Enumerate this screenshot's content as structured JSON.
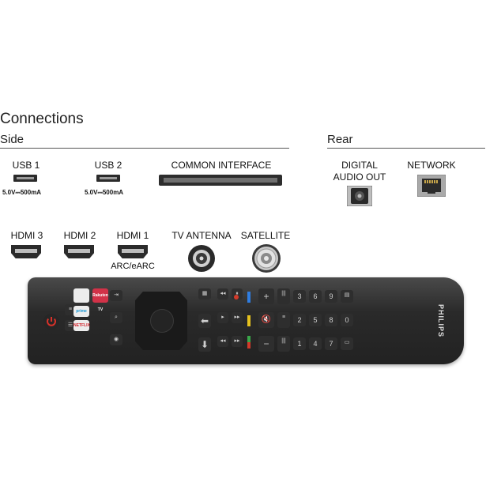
{
  "sections": {
    "connections_title": "Connections",
    "side_title": "Side",
    "rear_title": "Rear"
  },
  "side_ports": {
    "usb1_label": "USB 1",
    "usb1_spec": "5.0V⎓500mA",
    "usb2_label": "USB 2",
    "usb2_spec": "5.0V⎓500mA",
    "ci_label": "COMMON INTERFACE",
    "hdmi3_label": "HDMI 3",
    "hdmi2_label": "HDMI 2",
    "hdmi1_label": "HDMI 1",
    "hdmi1_sub": "ARC/eARC",
    "antenna_label": "TV ANTENNA",
    "satellite_label": "SATELLITE"
  },
  "rear_ports": {
    "digital_audio_line1": "DIGITAL",
    "digital_audio_line2": "AUDIO OUT",
    "network_label": "NETWORK"
  },
  "remote": {
    "brand": "PHILIPS",
    "app_buttons": [
      "prime video",
      "NETFLIX",
      "Rakuten TV"
    ],
    "number_keys": [
      "1",
      "2",
      "3",
      "4",
      "5",
      "6",
      "7",
      "8",
      "9",
      "0"
    ],
    "color_keys": [
      "#2f7de1",
      "#e6c21e",
      "#3aa84a",
      "#d23a2a"
    ],
    "power_color": "#d8322a"
  }
}
